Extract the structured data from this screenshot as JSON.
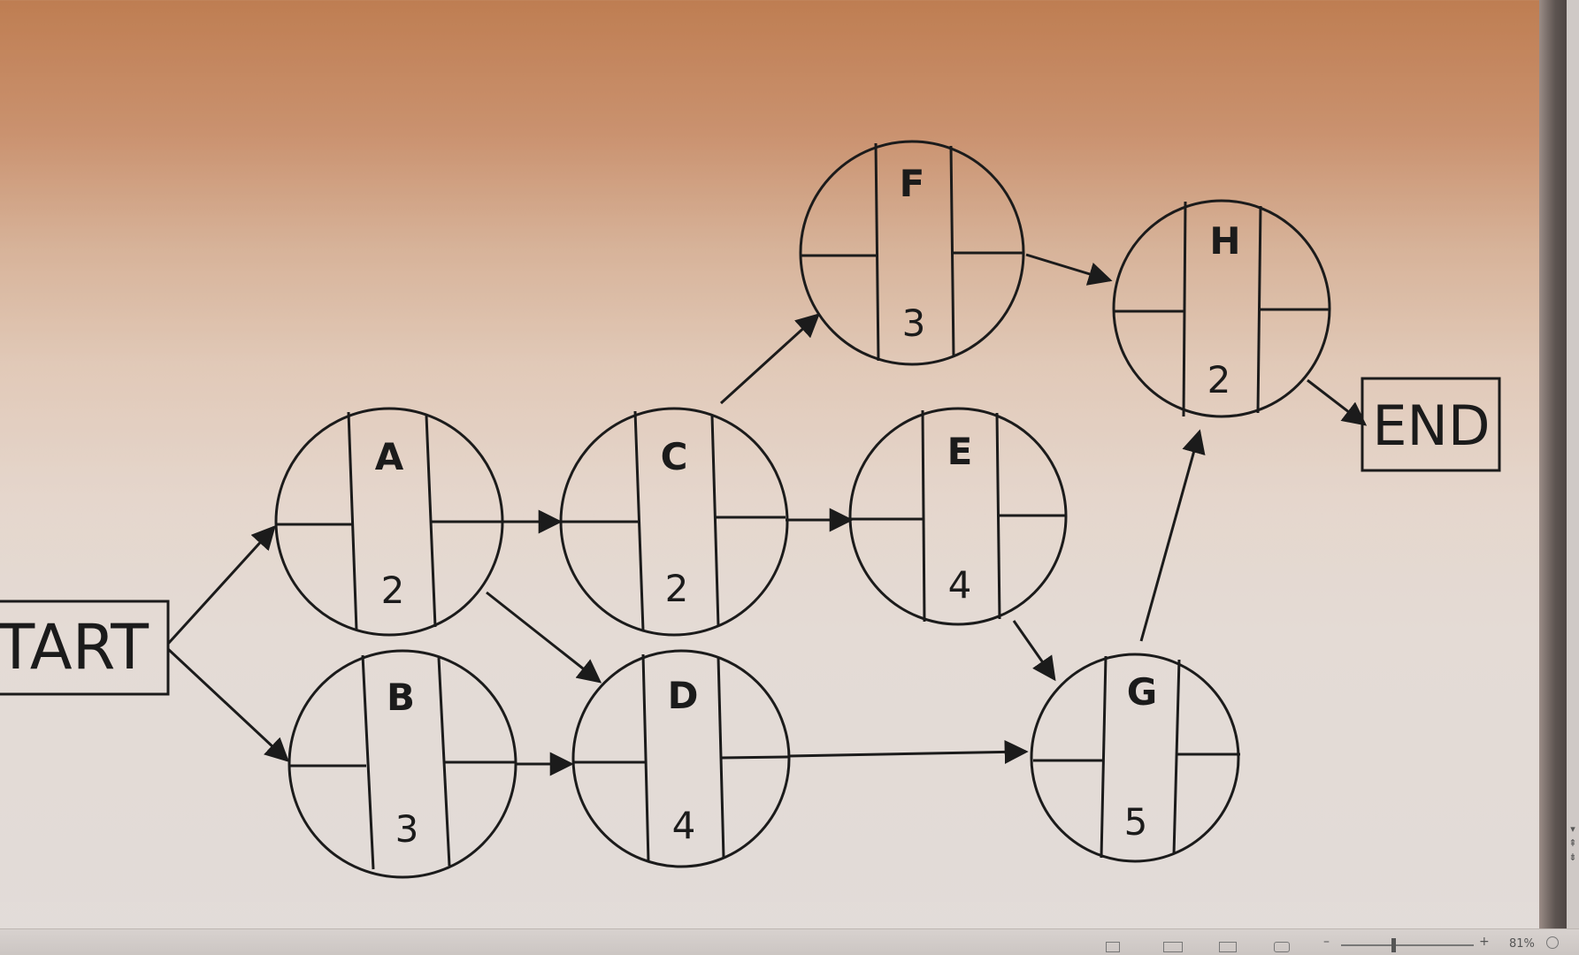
{
  "start_label": "START",
  "end_label": "END",
  "nodes": [
    {
      "letter": "A",
      "duration": "2"
    },
    {
      "letter": "B",
      "duration": "3"
    },
    {
      "letter": "C",
      "duration": "2"
    },
    {
      "letter": "D",
      "duration": "4"
    },
    {
      "letter": "E",
      "duration": "4"
    },
    {
      "letter": "F",
      "duration": "3"
    },
    {
      "letter": "G",
      "duration": "5"
    },
    {
      "letter": "H",
      "duration": "2"
    }
  ],
  "statusbar": {
    "zoom_minus": "–",
    "zoom_plus": "+",
    "zoom_level": "81%"
  },
  "icons": {
    "layout": [
      "print-layout-icon",
      "web-layout-icon",
      "read-mode-icon",
      "focus-icon"
    ],
    "zoom_fit": "zoom-fit-icon"
  }
}
